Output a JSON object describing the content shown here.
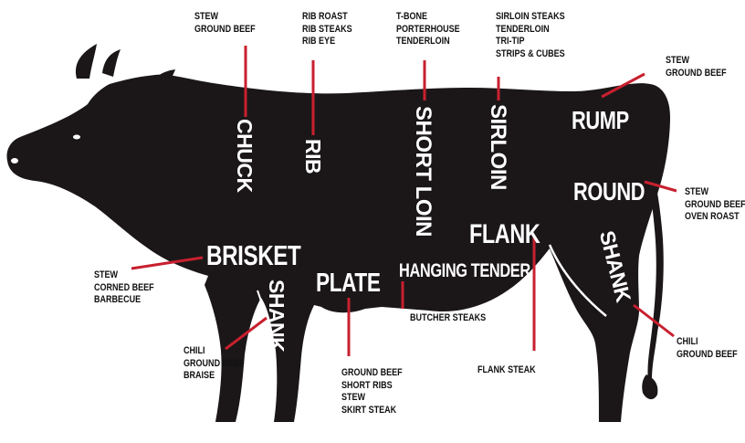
{
  "colors": {
    "silhouette": "#1b1718",
    "leader": "#c8202f",
    "cut_label": "#ffffff",
    "use_text": "#111111"
  },
  "cuts": {
    "chuck": {
      "label": "CHUCK",
      "uses": [
        "STEW",
        "GROUND BEEF"
      ]
    },
    "rib": {
      "label": "RIB",
      "uses": [
        "RIB ROAST",
        "RIB STEAKS",
        "RIB EYE"
      ]
    },
    "short_loin": {
      "label": "SHORT LOIN",
      "uses": [
        "T-BONE",
        "PORTERHOUSE",
        "TENDERLOIN"
      ]
    },
    "sirloin": {
      "label": "SIRLOIN",
      "uses": [
        "SIRLOIN STEAKS",
        "TENDERLOIN",
        "TRI-TIP",
        "STRIPS & CUBES"
      ]
    },
    "rump": {
      "label": "RUMP",
      "uses": [
        "STEW",
        "GROUND BEEF"
      ]
    },
    "round": {
      "label": "ROUND",
      "uses": [
        "STEW",
        "GROUND BEEF",
        "OVEN ROAST"
      ]
    },
    "hind_shank": {
      "label": "SHANK",
      "uses": [
        "CHILI",
        "GROUND BEEF"
      ]
    },
    "flank": {
      "label": "FLANK",
      "uses": [
        "FLANK STEAK"
      ]
    },
    "hanging_tender": {
      "label": "HANGING TENDER",
      "uses": [
        "BUTCHER STEAKS"
      ]
    },
    "plate": {
      "label": "PLATE",
      "uses": [
        "GROUND BEEF",
        "SHORT RIBS",
        "STEW",
        "SKIRT STEAK"
      ]
    },
    "fore_shank": {
      "label": "SHANK",
      "uses": [
        "CHILI",
        "GROUND BEEF",
        "BRAISE"
      ]
    },
    "brisket": {
      "label": "BRISKET",
      "uses": [
        "STEW",
        "CORNED BEEF",
        "BARBECUE"
      ]
    }
  }
}
